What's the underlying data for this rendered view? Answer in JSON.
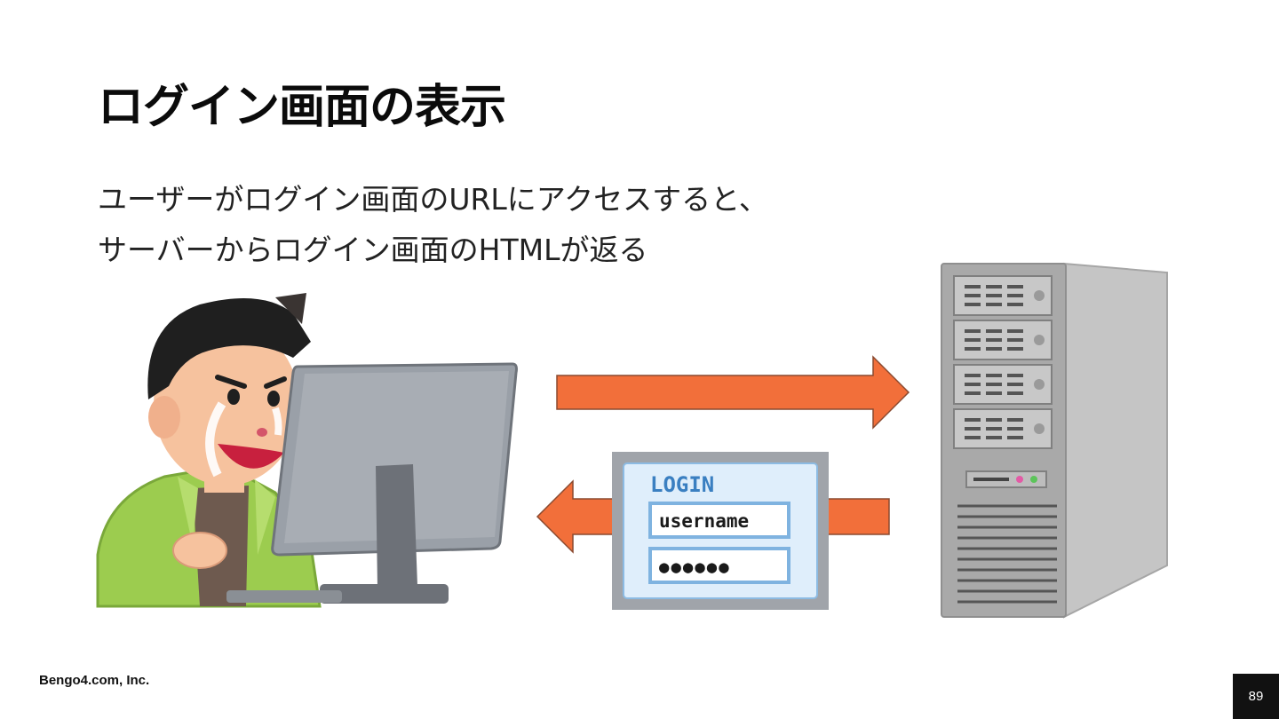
{
  "slide": {
    "title": "ログイン画面の表示",
    "body_lines": [
      "ユーザーがログイン画面のURLにアクセスすると、",
      "サーバーからログイン画面のHTMLが返る"
    ]
  },
  "illustrations": {
    "user": {
      "icon": "person-at-computer-icon"
    },
    "server": {
      "icon": "server-tower-icon"
    },
    "login_page": {
      "icon": "login-screen-icon",
      "heading": "LOGIN",
      "username_text": "username",
      "password_text": "●●●●●●"
    },
    "request_arrow": {
      "icon": "arrow-right-icon",
      "color": "#f26f3a"
    },
    "response_arrow": {
      "icon": "arrow-left-icon",
      "color": "#f26f3a"
    }
  },
  "footer": {
    "company": "Bengo4.com, Inc.",
    "page_number": "89"
  }
}
